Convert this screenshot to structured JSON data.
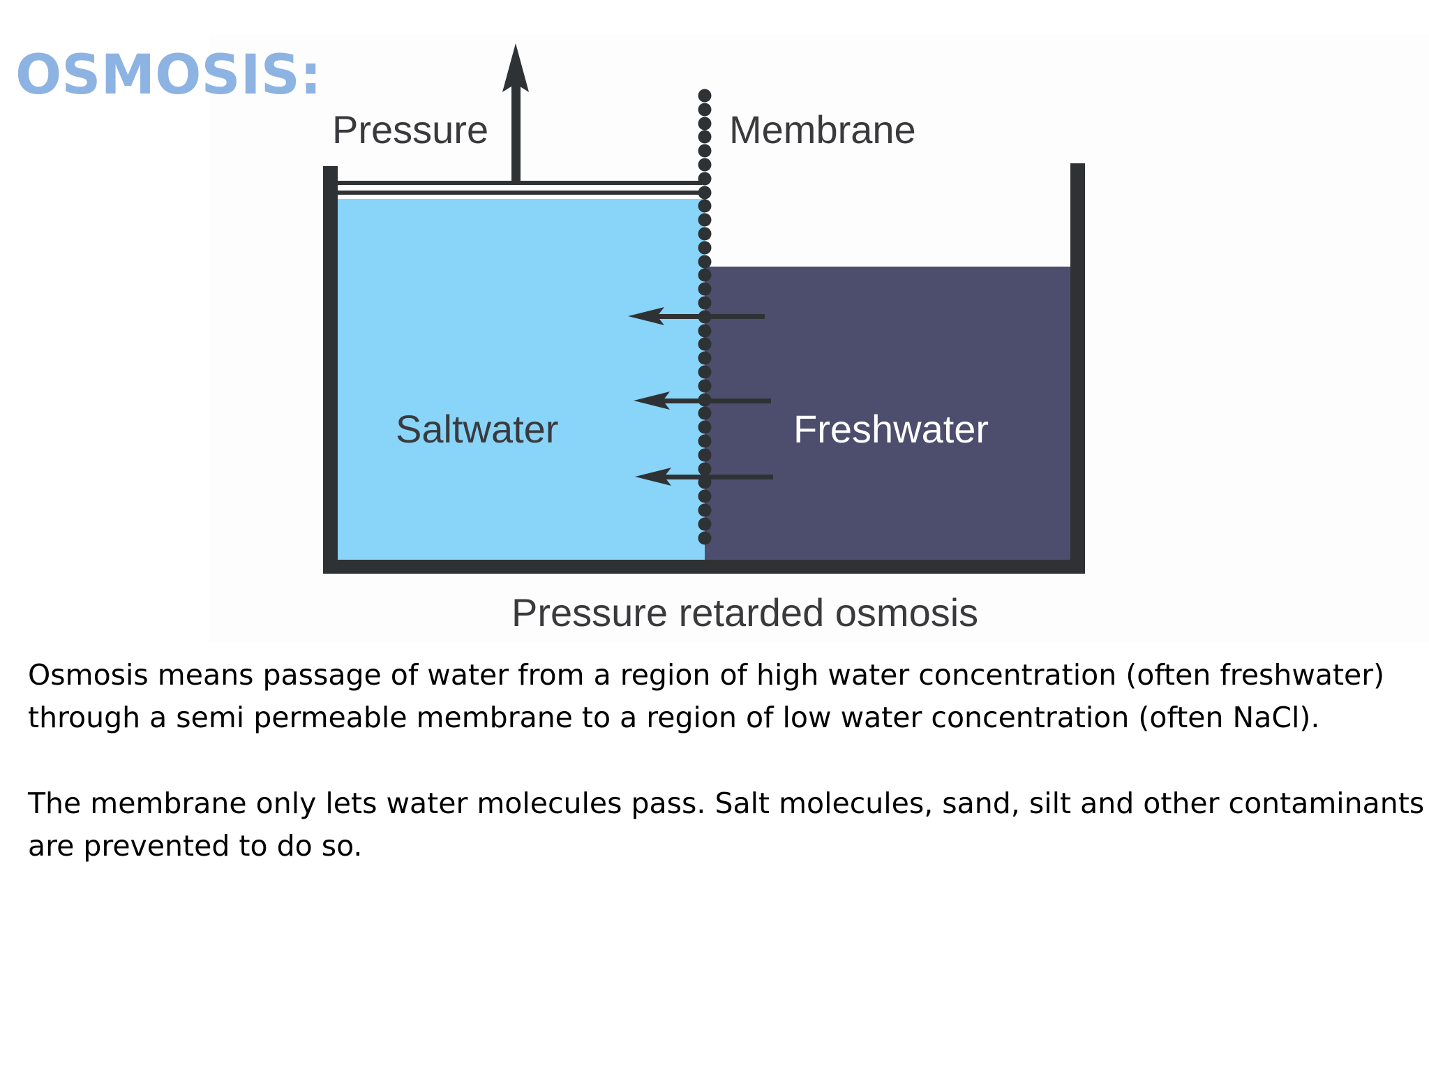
{
  "slide": {
    "title": "OSMOSIS:",
    "paragraphs": [
      {
        "line1": "Osmosis means passage of water from a region of high water concentration (often freshwater)",
        "line2": "through a semi permeable membrane to a region of low water concentration (often NaCl)."
      },
      {
        "line1": "The membrane only lets water molecules pass. Salt molecules, sand, silt and other contaminants",
        "line2": "are prevented to do so."
      }
    ]
  },
  "diagram": {
    "labels": {
      "pressure": "Pressure",
      "membrane": "Membrane",
      "saltwater": "Saltwater",
      "freshwater": "Freshwater",
      "caption": "Pressure retarded osmosis"
    },
    "colors": {
      "saltwater": "#89d4f9",
      "freshwater": "#4d4d6e",
      "container": "#2f3234",
      "text": "#3a3a3d",
      "freshwater_text": "#ffffff"
    }
  }
}
